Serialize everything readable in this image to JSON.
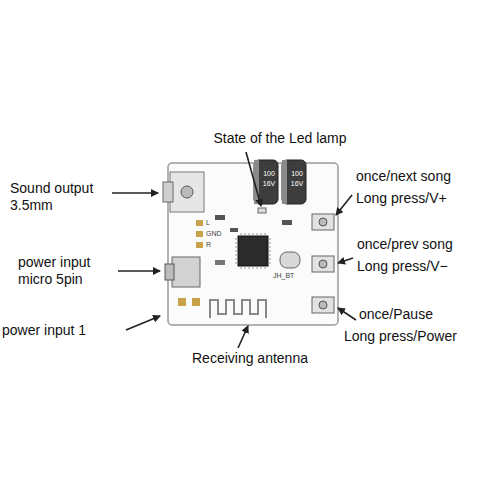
{
  "diagram": {
    "labels": [
      "State of the Led lamp",
      "Sound output 3.5mm",
      "power input micro 5pin",
      "power input 1",
      "Receiving antenna",
      "once/next song",
      "Long press/V+",
      "once/prev song",
      "Long press/V−",
      "once/Pause",
      "Long press/Power",
      "L",
      "GND",
      "R",
      "JH_BT",
      "100",
      "16V",
      "100",
      "16V"
    ]
  }
}
